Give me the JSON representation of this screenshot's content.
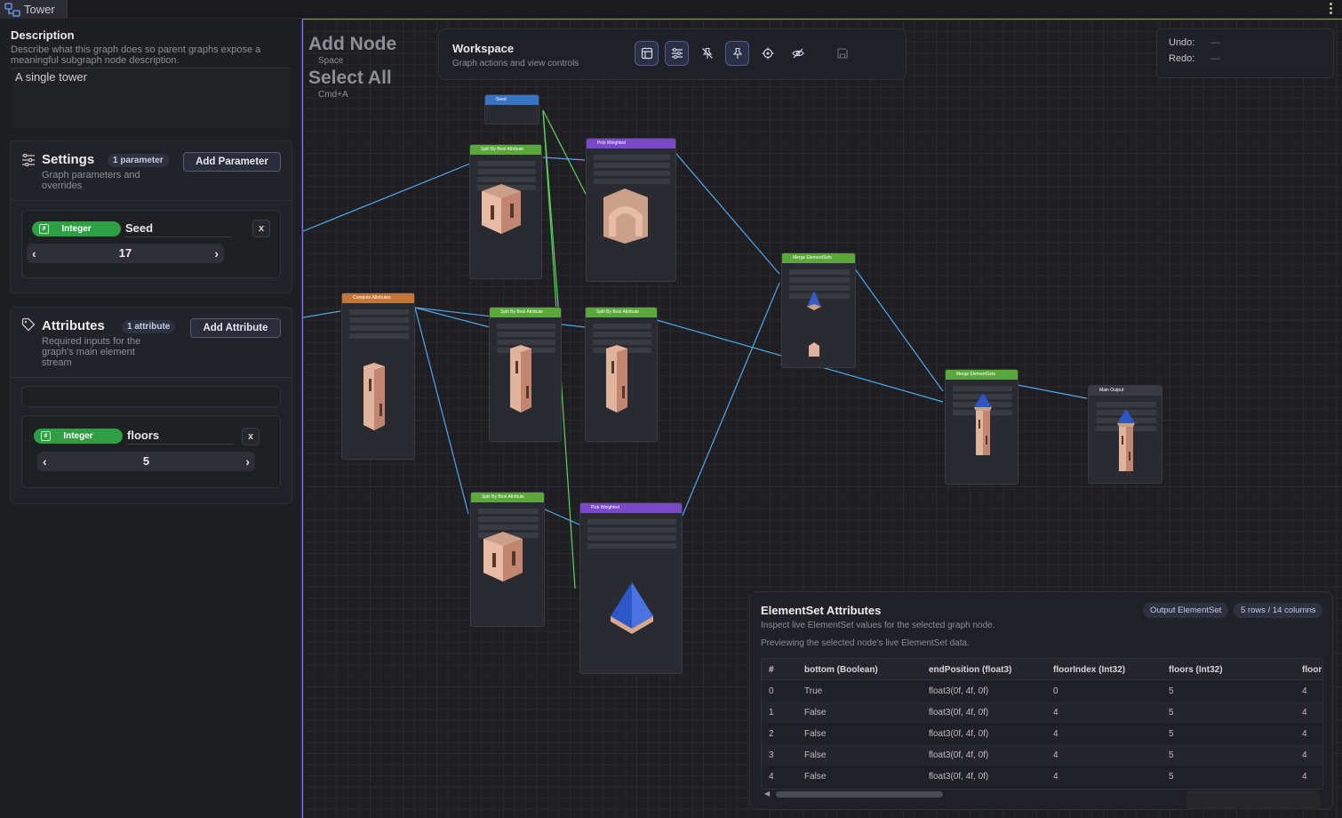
{
  "tab": {
    "title": "Tower"
  },
  "description": {
    "title": "Description",
    "hint": "Describe what this graph does so parent graphs expose a meaningful subgraph node description.",
    "value": "A single tower"
  },
  "settings": {
    "title": "Settings",
    "count": "1 parameter",
    "subtitle": "Graph parameters and overrides",
    "add_label": "Add Parameter",
    "params": [
      {
        "type": "Integer",
        "name": "Seed",
        "value": "17",
        "remove": "x"
      }
    ]
  },
  "attributes": {
    "title": "Attributes",
    "count": "1 attribute",
    "subtitle": "Required inputs for the graph's main element stream",
    "add_label": "Add Attribute",
    "params": [
      {
        "type": "Integer",
        "name": "floors",
        "value": "5",
        "remove": "x"
      }
    ]
  },
  "hints": {
    "add_node": "Add Node",
    "add_node_key": "Space",
    "select_all": "Select All",
    "select_all_key": "Cmd+A"
  },
  "workspace": {
    "title": "Workspace",
    "subtitle": "Graph actions and view controls",
    "tools": [
      "grid-icon",
      "sliders-icon",
      "unpin-icon",
      "pin-icon",
      "target-icon",
      "eye-off-icon",
      "save-icon"
    ]
  },
  "history": {
    "undo_label": "Undo:",
    "undo_value": "—",
    "redo_label": "Redo:",
    "redo_value": "—"
  },
  "element_set": {
    "title": "ElementSet Attributes",
    "subtitle": "Inspect live ElementSet values for the selected graph node.",
    "note": "Previewing the selected node's live ElementSet data.",
    "output_label": "Output ElementSet",
    "dims": "5 rows / 14 columns",
    "columns": [
      "#",
      "bottom (Boolean)",
      "endPosition (float3)",
      "floorIndex (Int32)",
      "floors (Int32)",
      "floor"
    ],
    "rows": [
      [
        "0",
        "True",
        "float3(0f, 4f, 0f)",
        "0",
        "5",
        "4"
      ],
      [
        "1",
        "False",
        "float3(0f, 4f, 0f)",
        "4",
        "5",
        "4"
      ],
      [
        "2",
        "False",
        "float3(0f, 4f, 0f)",
        "4",
        "5",
        "4"
      ],
      [
        "3",
        "False",
        "float3(0f, 4f, 0f)",
        "4",
        "5",
        "4"
      ],
      [
        "4",
        "False",
        "float3(0f, 4f, 0f)",
        "4",
        "5",
        "4"
      ]
    ]
  },
  "nodes": [
    {
      "title": "Seed",
      "color": "#3a74c4"
    },
    {
      "title": "Split By Bool Attribute",
      "color": "#5aa83a"
    },
    {
      "title": "Pick Weighted",
      "color": "#7a48c8"
    },
    {
      "title": "Compute Attributes",
      "color": "#c4763a"
    },
    {
      "title": "Split By Bool Attribute",
      "color": "#5aa83a"
    },
    {
      "title": "Split By Bool Attribute",
      "color": "#5aa83a"
    },
    {
      "title": "Merge ElementSets",
      "color": "#5aa83a"
    },
    {
      "title": "Split By Bool Attribute",
      "color": "#5aa83a"
    },
    {
      "title": "Pick Weighted",
      "color": "#7a48c8"
    },
    {
      "title": "Merge ElementSets",
      "color": "#5aa83a"
    },
    {
      "title": "Main Output",
      "color": "#3a3b42"
    }
  ]
}
